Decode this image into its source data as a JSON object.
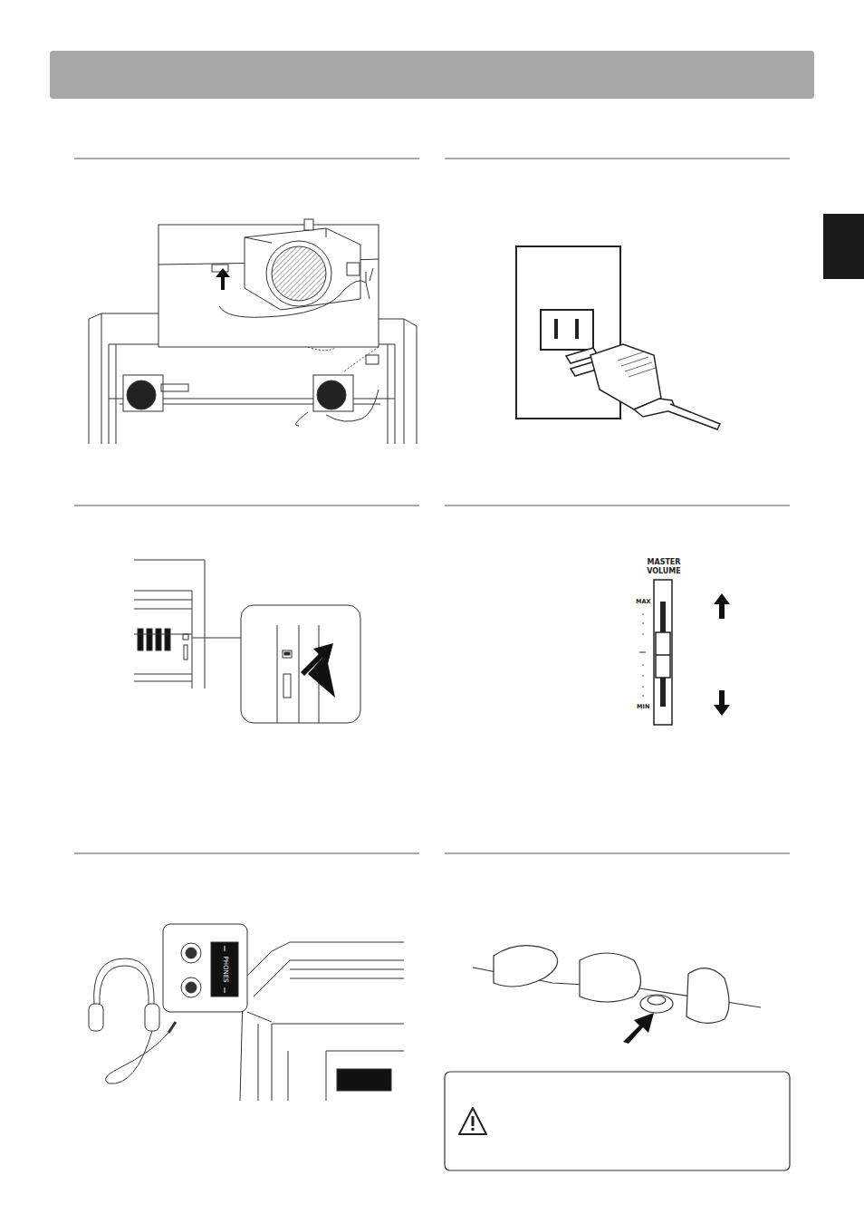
{
  "diagram": {
    "labels": [
      "MASTER VOLUME",
      "MAX",
      "MIN",
      "PHONES"
    ]
  }
}
